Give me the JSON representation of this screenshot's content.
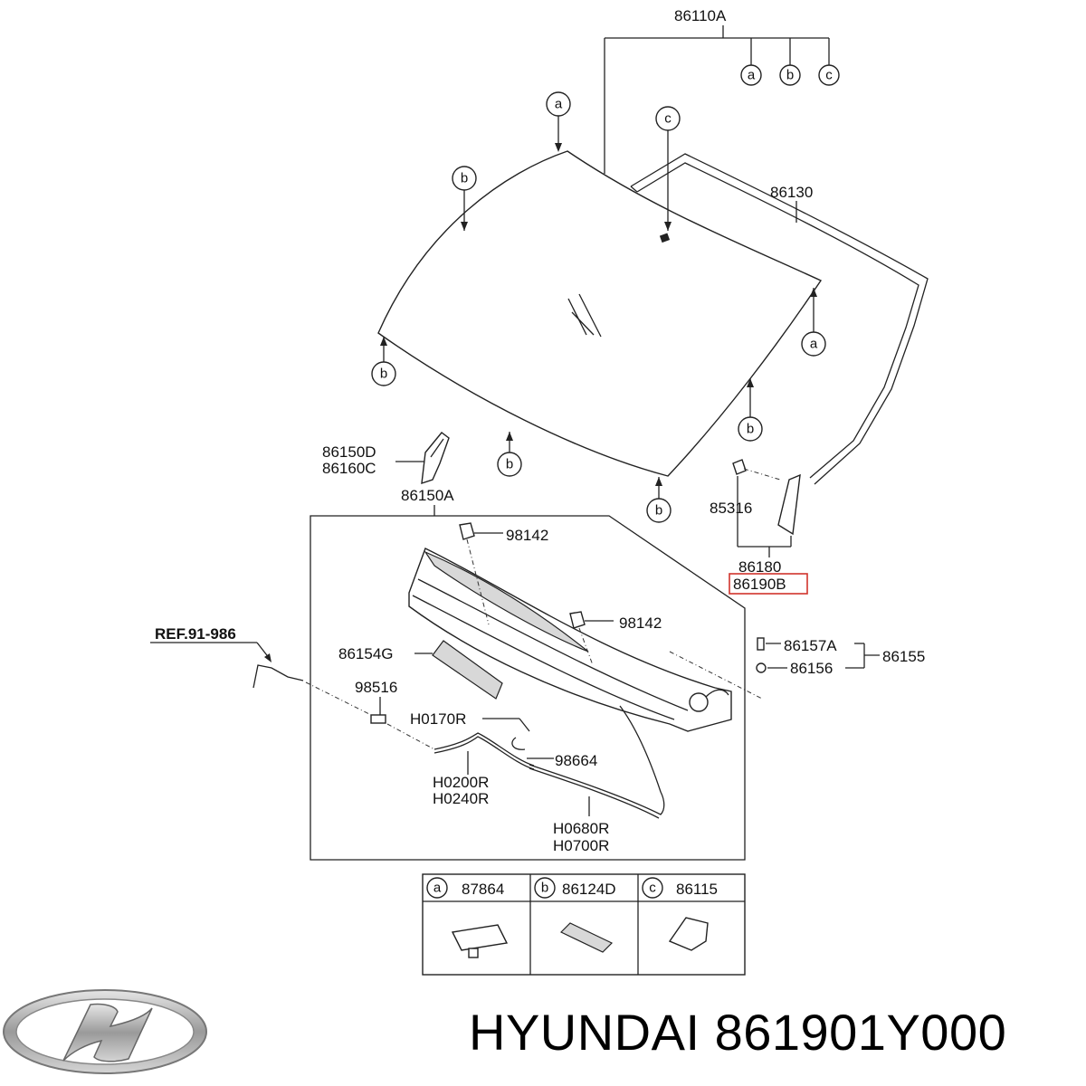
{
  "labels": {
    "top_assembly": "86110A",
    "seal_upper": "86130",
    "garnish_side": "86150D",
    "garnish_side_b": "86160C",
    "cowl_panel": "86150A",
    "clip_a": "98142",
    "clip_b": "98142",
    "fastener": "85316",
    "quarter_glass": "86180",
    "highlighted_part": "86190B",
    "ref": "REF.91-986",
    "cover": "86154G",
    "nozzle": "98516",
    "hose_1": "H0170R",
    "pump": "98664",
    "hose_2": "H0200R",
    "hose_2b": "H0240R",
    "hose_3": "H0680R",
    "hose_3b": "H0700R",
    "screw_a": "86157A",
    "screw_b": "86156",
    "screw_group": "86155"
  },
  "callouts": {
    "a": "a",
    "b": "b",
    "c": "c"
  },
  "legend": [
    {
      "letter": "a",
      "part": "87864"
    },
    {
      "letter": "b",
      "part": "86124D"
    },
    {
      "letter": "c",
      "part": "86115"
    }
  ],
  "highlight_color": "#d0342c",
  "brand": {
    "caption": "HYUNDAI 861901Y000",
    "logo_icon": "hyundai-logo-icon"
  }
}
